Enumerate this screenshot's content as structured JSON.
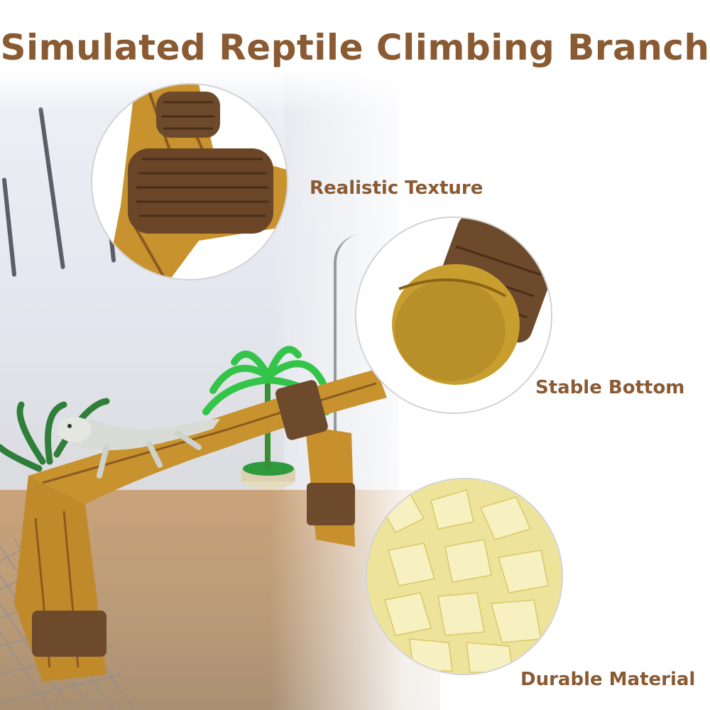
{
  "title": "Simulated Reptile Climbing Branch",
  "features": [
    {
      "label": "Realistic Texture",
      "icon": "rope-wrapped-branch-closeup"
    },
    {
      "label": "Stable Bottom",
      "icon": "flat-branch-base-closeup"
    },
    {
      "label": "Durable Material",
      "icon": "resin-flakes-closeup"
    }
  ],
  "colors": {
    "title_text": "#8a5a32",
    "label_text": "#8a5a32",
    "branch": "#c8922e",
    "rope": "#6e4a2c",
    "resin": "#efe59a"
  }
}
